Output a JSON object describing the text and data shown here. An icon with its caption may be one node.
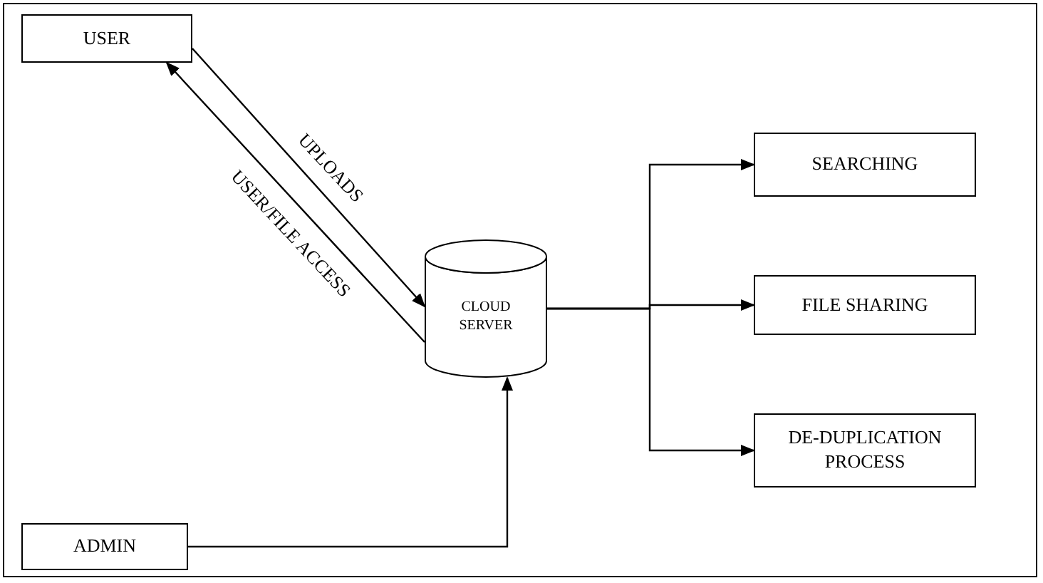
{
  "diagram": {
    "nodes": [
      {
        "text": [
          "USER"
        ]
      },
      {
        "text": [
          "CLOUD SERVER"
        ]
      },
      {
        "text": [
          "SEARCHING"
        ]
      },
      {
        "text": [
          "FILE SHARING"
        ]
      },
      {
        "text": [
          "DE-DUPLICATION PROCESS"
        ]
      },
      {
        "text": [
          "ADMIN"
        ]
      }
    ],
    "edges": [
      {
        "from": 0,
        "to": 1,
        "arrow": "to",
        "label": "UPLOADS"
      },
      {
        "from": 1,
        "to": 0,
        "arrow": "to",
        "label": "USER/FILE ACCESS"
      },
      {
        "from": 1,
        "to": 2,
        "arrow": "to"
      },
      {
        "from": 1,
        "to": 3,
        "arrow": "to"
      },
      {
        "from": 1,
        "to": 4,
        "arrow": "to"
      },
      {
        "from": 5,
        "to": 1,
        "arrow": "to"
      }
    ]
  }
}
